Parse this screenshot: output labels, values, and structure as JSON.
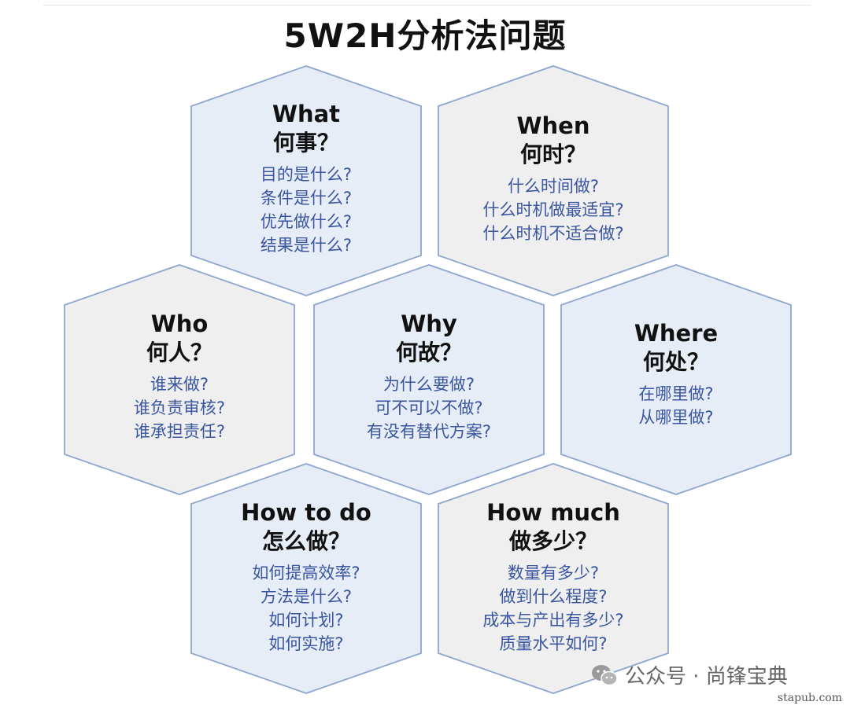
{
  "title": "5W2H分析法问题",
  "hexagons": [
    {
      "en": "What",
      "zh": "何事？",
      "questions": [
        "目的是什么?",
        "条件是什么?",
        "优先做什么?",
        "结果是什么?"
      ],
      "fill": "#e7edf7"
    },
    {
      "en": "When",
      "zh": "何时？",
      "questions": [
        "什么时间做?",
        "什么时机做最适宜?",
        "什么时机不适合做?"
      ],
      "fill": "#efefef"
    },
    {
      "en": "Who",
      "zh": "何人？",
      "questions": [
        "谁来做?",
        "谁负责审核?",
        "谁承担责任?"
      ],
      "fill": "#efefef"
    },
    {
      "en": "Why",
      "zh": "何故？",
      "questions": [
        "为什么要做?",
        "可不可以不做?",
        "有没有替代方案?"
      ],
      "fill": "#e7edf7"
    },
    {
      "en": "Where",
      "zh": "何处？",
      "questions": [
        "在哪里做?",
        "从哪里做?"
      ],
      "fill": "#e7edf7"
    },
    {
      "en": "How to do",
      "zh": "怎么做？",
      "questions": [
        "如何提高效率?",
        "方法是什么?",
        "如何计划?",
        "如何实施?"
      ],
      "fill": "#e7edf7"
    },
    {
      "en": "How much",
      "zh": "做多少？",
      "questions": [
        "数量有多少?",
        "做到什么程度?",
        "成本与产出有多少?",
        "质量水平如何?"
      ],
      "fill": "#efefef"
    }
  ],
  "colors": {
    "stroke": "#8ea6cf",
    "question_text": "#3a56a0"
  },
  "watermark": {
    "icon": "wechat-icon",
    "text": "公众号 · 尚锋宝典"
  },
  "url": "stapub.com"
}
